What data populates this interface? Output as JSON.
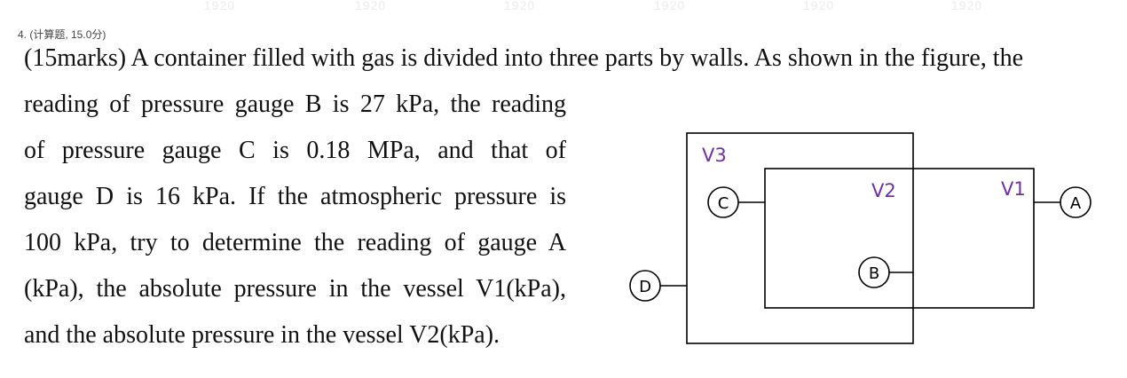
{
  "question": {
    "header": "4. (计算题, 15.0分)",
    "lines": [
      "(15marks) A container filled with gas is divided into three parts by walls. As shown in the figure, the",
      "reading of pressure gauge B is 27 kPa, the reading",
      "of pressure gauge C is 0.18 MPa, and that of",
      "gauge D is 16 kPa. If the atmospheric pressure is",
      "100 kPa, try to determine the reading of gauge A",
      "(kPa), the absolute pressure in the vessel V1(kPa),",
      "and the absolute pressure in the vessel V2(kPa)."
    ]
  },
  "figure": {
    "vessel_labels": {
      "v1": "V1",
      "v2": "V2",
      "v3": "V3"
    },
    "gauges": {
      "a": "A",
      "b": "B",
      "c": "C",
      "d": "D"
    },
    "label_color": "#7030a0"
  },
  "watermark": "1920"
}
